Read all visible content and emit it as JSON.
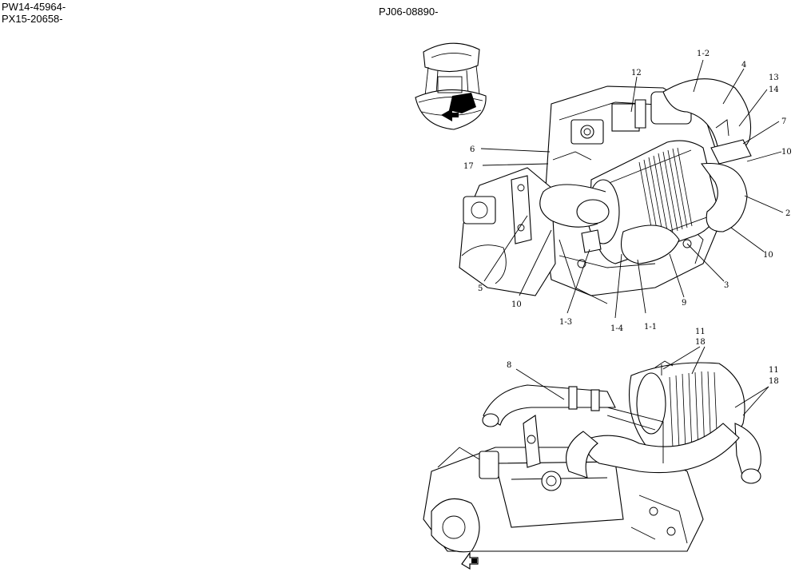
{
  "header": {
    "serial_lines": [
      "PW14-45964-",
      "PX15-20658-"
    ],
    "serial_right": "PJ06-08890-"
  },
  "callouts_upper": {
    "c12": "12",
    "c1_2": "1-2",
    "c4": "4",
    "c13": "13",
    "c14": "14",
    "c7": "7",
    "c10a": "10",
    "c2": "2",
    "c10b": "10",
    "c3": "3",
    "c9": "9",
    "c1_1": "1-1",
    "c1_4": "1-4",
    "c1_3": "1-3",
    "c10c": "10",
    "c5": "5",
    "c6": "6",
    "c17": "17"
  },
  "callouts_lower": {
    "c8": "8",
    "c11a": "11",
    "c18a": "18",
    "c11b": "11",
    "c18b": "18"
  },
  "icons": [
    "machine-locator-icon",
    "front-direction-arrow-icon"
  ]
}
